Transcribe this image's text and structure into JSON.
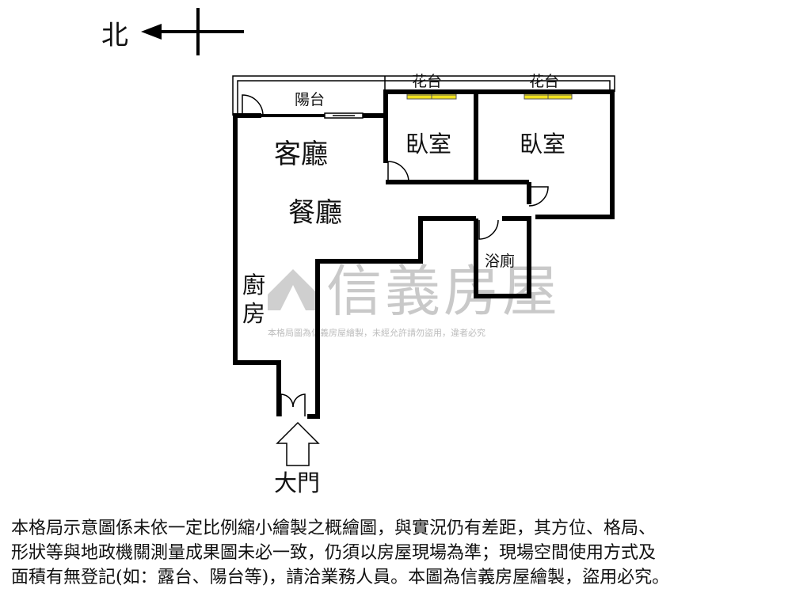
{
  "compass": {
    "label": "北"
  },
  "rooms": {
    "balcony": "陽台",
    "planter_left": "花台",
    "planter_right": "花台",
    "bedroom_left": "臥室",
    "bedroom_right": "臥室",
    "living_room": "客廳",
    "dining_room": "餐廳",
    "bathroom": "浴廁",
    "kitchen_top": "廚",
    "kitchen_bottom": "房",
    "entrance": "大門"
  },
  "watermark": {
    "brand": "信義房屋",
    "notice": "本格局圖為信義房屋繪製，未經允許請勿盜用，違者必究"
  },
  "disclaimer": {
    "lines": [
      "本格局示意圖係未依一定比例縮小繪製之概繪圖，與實況仍有差距，其方位、格局、",
      "形狀等與地政機關測量成果圖未必一致，仍須以房屋現場為準；現場空間使用方式及",
      "面積有無登記(如：露台、陽台等)，請洽業務人員。本圖為信義房屋繪製，盜用必究。"
    ]
  },
  "colors": {
    "wall": "#000000",
    "planter": "#f2e21c",
    "watermark": "#c9c9c9"
  }
}
